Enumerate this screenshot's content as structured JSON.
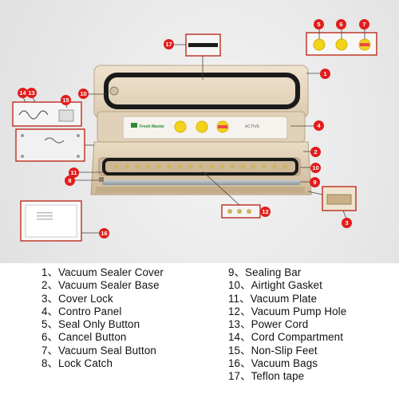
{
  "diagram": {
    "callouts": [
      {
        "num": "1",
        "label": "Vacuum Sealer Cover"
      },
      {
        "num": "2",
        "label": "Vacuum Sealer Base"
      },
      {
        "num": "3",
        "label": "Cover Lock"
      },
      {
        "num": "4",
        "label": "Contro Panel"
      },
      {
        "num": "5",
        "label": "Seal Only Button"
      },
      {
        "num": "6",
        "label": "Cancel Button"
      },
      {
        "num": "7",
        "label": "Vacuum Seal Button"
      },
      {
        "num": "8",
        "label": "Lock Catch"
      },
      {
        "num": "9",
        "label": "Sealing Bar"
      },
      {
        "num": "10",
        "label": "Airtight Gasket"
      },
      {
        "num": "11",
        "label": "Vacuum Plate"
      },
      {
        "num": "12",
        "label": "Vacuum Pump Hole"
      },
      {
        "num": "13",
        "label": "Power Cord"
      },
      {
        "num": "14",
        "label": "Cord Compartment"
      },
      {
        "num": "15",
        "label": "Non-Slip Feet"
      },
      {
        "num": "16",
        "label": "Vacuum Bags"
      },
      {
        "num": "17",
        "label": "Teflon tape"
      }
    ],
    "legend_left": [
      "1、Vacuum Sealer Cover",
      "2、Vacuum Sealer Base",
      "3、Cover Lock",
      "4、Contro Panel",
      "5、Seal Only Button",
      "6、Cancel Button",
      "7、Vacuum Seal Button",
      "8、Lock Catch"
    ],
    "legend_right": [
      "9、Sealing Bar",
      "10、Airtight Gasket",
      "11、Vacuum Plate",
      "12、Vacuum Pump Hole",
      "13、Power Cord",
      "14、Cord Compartment",
      "15、Non-Slip Feet",
      "16、Vacuum Bags",
      "17、Teflon tape"
    ],
    "brand_text": "Fresh Master",
    "panel_small_text": "ACTIVE",
    "colors": {
      "callout": "#e21c1c",
      "body": "#e7d8c0",
      "body_dark": "#c9b493",
      "gasket": "#1a1a1a",
      "button_yellow": "#f3d21a",
      "button_red": "#e94a4a",
      "sealing_bar": "#9aa2aa"
    }
  }
}
